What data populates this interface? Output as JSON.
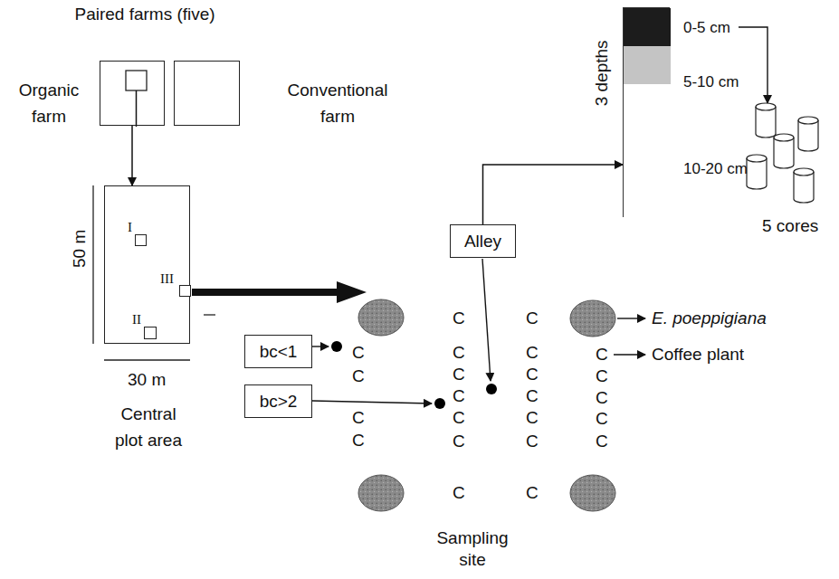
{
  "diagram": {
    "nodes": [
      {
        "text": [
          "Organic farm"
        ]
      },
      {
        "text": [
          "Conventional farm"
        ]
      },
      {
        "text": [
          "Central plot area"
        ]
      },
      {
        "text": [
          "I"
        ],
        "in": 2
      },
      {
        "text": [
          "III"
        ],
        "in": 2
      },
      {
        "text": [
          "II"
        ],
        "in": 2
      },
      {
        "text": [
          "bc<1"
        ]
      },
      {
        "text": [
          "bc>2"
        ]
      },
      {
        "text": [
          "Alley"
        ]
      },
      {
        "text": [
          "3 depths"
        ]
      },
      {
        "text": [
          "0-5 cm"
        ],
        "in": 9
      },
      {
        "text": [
          "5-10 cm"
        ],
        "in": 9
      },
      {
        "text": [
          "10-20 cm"
        ],
        "in": 9
      }
    ],
    "edges": [
      {
        "from": 0,
        "to": 2,
        "arrow": "to"
      },
      {
        "from": 8,
        "to": 9,
        "arrow": "to"
      }
    ],
    "labels": [
      "Paired farms (five)",
      "50 m",
      "30 m",
      "E. poeppigiana",
      "Coffee plant",
      "5 cores",
      "Sampling site",
      "C",
      "C",
      "C",
      "C",
      "C",
      "C",
      "C",
      "C",
      "C",
      "C",
      "C",
      "C",
      "C",
      "C",
      "C",
      "C",
      "C",
      "C",
      "C",
      "C",
      "C",
      "C",
      "C"
    ]
  }
}
